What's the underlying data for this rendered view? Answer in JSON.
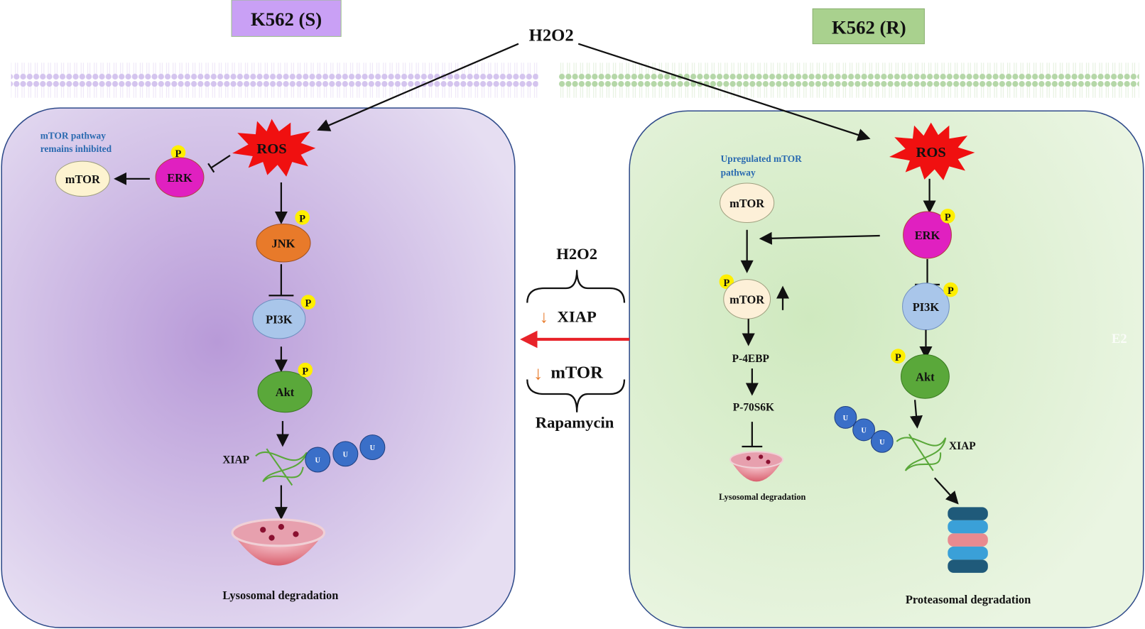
{
  "left": {
    "title": "K562 (S)",
    "note_line1": "mTOR pathway",
    "note_line2": "remains inhibited",
    "ros": "ROS",
    "erk": "ERK",
    "mtor": "mTOR",
    "jnk": "JNK",
    "pi3k": "PI3K",
    "akt": "Akt",
    "xiap": "XIAP",
    "p": "P",
    "u": "U",
    "outcome": "Lysosomal degradation",
    "color": "#c9a0f5"
  },
  "center": {
    "h2o2_top": "H2O2",
    "h2o2": "H2O2",
    "xiap": "XIAP",
    "mtor": "mTOR",
    "rapamycin": "Rapamycin",
    "down_arrow": "↓",
    "arrow_color": "#e8232a",
    "down_color": "#e87a2a"
  },
  "right": {
    "title": "K562 (R)",
    "note_line1": "Upregulated  mTOR",
    "note_line2": "pathway",
    "ros": "ROS",
    "erk": "ERK",
    "mtor": "mTOR",
    "pmtor": "mTOR",
    "pi3k": "PI3K",
    "akt": "Akt",
    "xiap": "XIAP",
    "p4ebp": "P-4EBP",
    "p70s6k": "P-70S6K",
    "p": "P",
    "u": "U",
    "up_arrow": "↑",
    "lyso": "Lysosomal degradation",
    "outcome": "Proteasomal degradation",
    "faint": "E2",
    "color": "#a9d18e"
  }
}
